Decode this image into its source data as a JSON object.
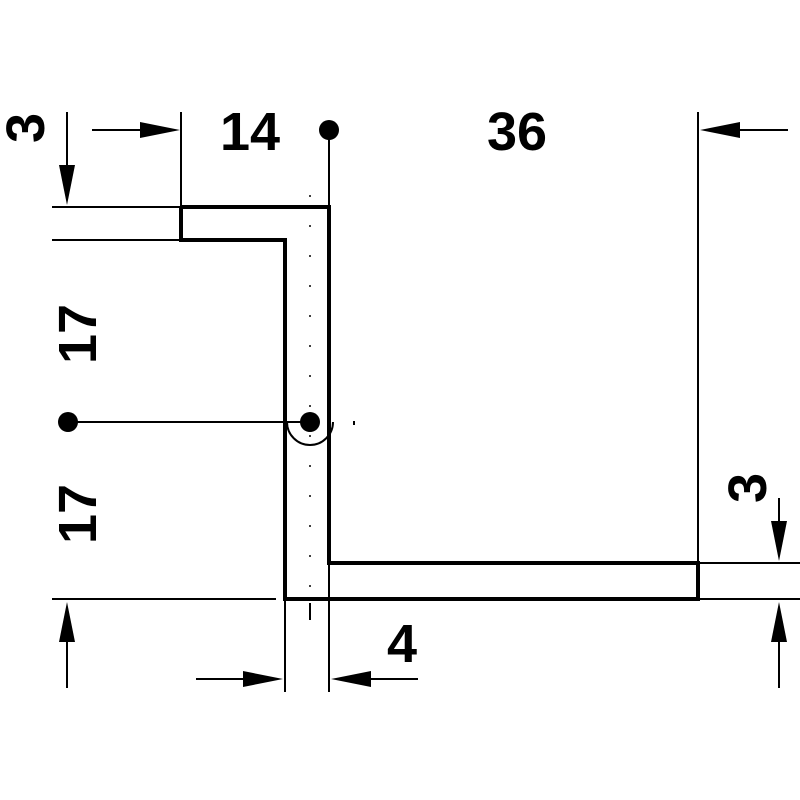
{
  "dimensions": {
    "top_thickness": "3",
    "flange_width": "14",
    "span_width": "36",
    "upper_height": "17",
    "lower_height": "17",
    "base_thickness": "3",
    "web_thickness": "4"
  },
  "colors": {
    "ink": "#000000",
    "background": "#ffffff"
  }
}
